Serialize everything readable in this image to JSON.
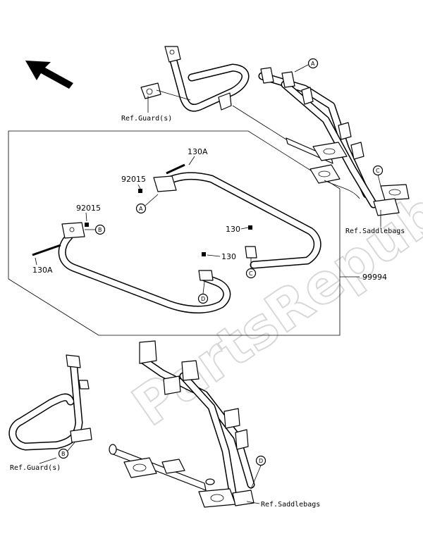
{
  "watermark": "PartsRepublik",
  "labels": {
    "ref_guard_top": "Ref.Guard(s)",
    "ref_saddlebags_top": "Ref.Saddlebags",
    "ref_guard_bottom": "Ref.Guard(s)",
    "ref_saddlebags_bottom": "Ref.Saddlebags",
    "part_130A_top": "130A",
    "part_92015_top": "92015",
    "part_92015_left": "92015",
    "part_130A_left": "130A",
    "part_130_right": "130",
    "part_130_mid": "130",
    "assembly": "99994"
  },
  "callouts": {
    "A_top": "A",
    "C_top": "C",
    "A_mid": "A",
    "B_mid": "B",
    "C_mid": "C",
    "D_mid": "D",
    "B_bottom": "B",
    "D_bottom": "D"
  },
  "icons": {
    "direction": "front-direction-arrow-icon"
  }
}
